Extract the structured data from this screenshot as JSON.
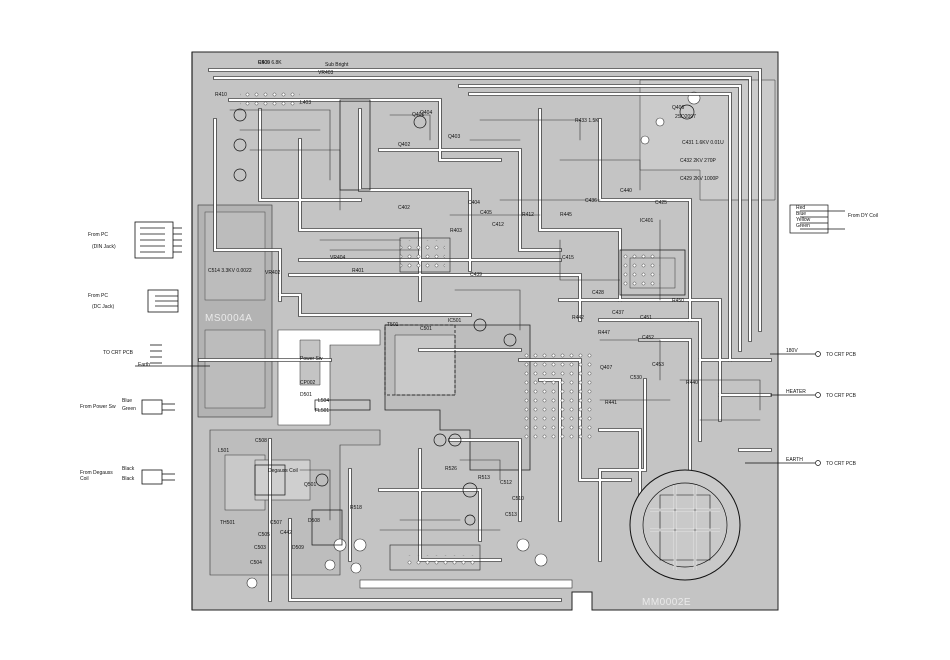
{
  "board": {
    "code_left": "MS0004A",
    "code_bottom": "MM0002E",
    "colors": {
      "copper": "#b9b9b9",
      "trace": "#ffffff",
      "board_bg": "#c6c6c6"
    }
  },
  "left_connectors": [
    {
      "from": "From PC",
      "sub": "(DIN Jack)"
    },
    {
      "from": "From PC",
      "sub": "(DC Jack)"
    },
    {
      "from": "TO CRT PCB",
      "sub": "Earth"
    },
    {
      "from": "From Power Sw",
      "wire1": "Blue",
      "wire2": "Green"
    },
    {
      "from": "From Degauss Coil",
      "wire1": "Black",
      "wire2": "Black"
    }
  ],
  "right_connectors": [
    {
      "label": "180V",
      "to": "TO CRT PCB"
    },
    {
      "label": "HEATER",
      "to": "TO CRT PCB"
    },
    {
      "label": "EARTH",
      "to": "TO CRT PCB"
    }
  ],
  "dy_connector": {
    "from": "From DY Coil",
    "wires": [
      "Red",
      "Blue",
      "Yellow",
      "Green"
    ]
  },
  "component_labels": [
    "R409 6.8K",
    "Sub Bright",
    "VR403",
    "R410",
    "Q404",
    "R433 1.5K",
    "Q406",
    "2SD2097",
    "C431 1.6KV 0.01U",
    "C432 2KV 270P",
    "C429 2KV 1000P",
    "C425",
    "C440",
    "IC401",
    "L403",
    "Q401",
    "Q402",
    "Q403",
    "C436",
    "R445",
    "C402",
    "C404",
    "C405",
    "C412",
    "R412",
    "C501",
    "T501",
    "IC501",
    "R526",
    "C512",
    "C510",
    "C513",
    "R513",
    "D501",
    "L501",
    "TH501",
    "C503",
    "C504",
    "C505",
    "C507",
    "D508",
    "Q501",
    "R518",
    "Degauss Coil",
    "Power Sw",
    "CP002",
    "L504",
    "FL501",
    "C508",
    "D509",
    "C514 3.3KV 0.0022",
    "VR402",
    "VR404",
    "R401",
    "R403",
    "C415",
    "C428",
    "C439",
    "C437",
    "R447",
    "R450",
    "C451",
    "C452",
    "C453",
    "R440",
    "R442",
    "Q407",
    "C530",
    "R441",
    "C442",
    "C506"
  ]
}
